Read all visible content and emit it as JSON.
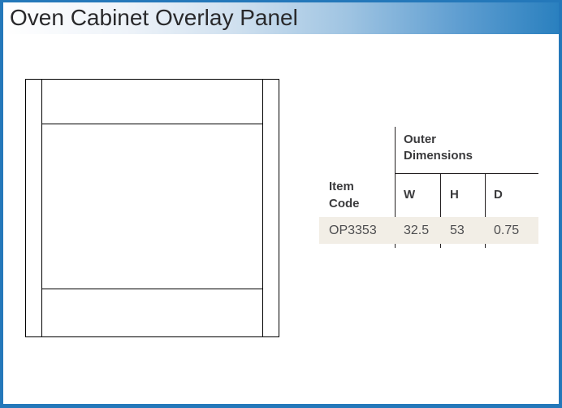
{
  "title": "Oven Cabinet Overlay Panel",
  "table": {
    "group_header": "Outer Dimensions",
    "columns": {
      "item_code": "Item Code",
      "w": "W",
      "h": "H",
      "d": "D"
    },
    "row": {
      "item_code": "OP3353",
      "w": "32.5",
      "h": "53",
      "d": "0.75"
    }
  },
  "colors": {
    "frame_blue": "#2478ba",
    "title_gradient_end": "#2a80bf",
    "title_text": "#29292b",
    "table_line": "#231f20",
    "header_text": "#3a3a3c",
    "data_text": "#4e4e50",
    "row_highlight_beige": "#f2eee6",
    "drawing_line": "#000000"
  }
}
